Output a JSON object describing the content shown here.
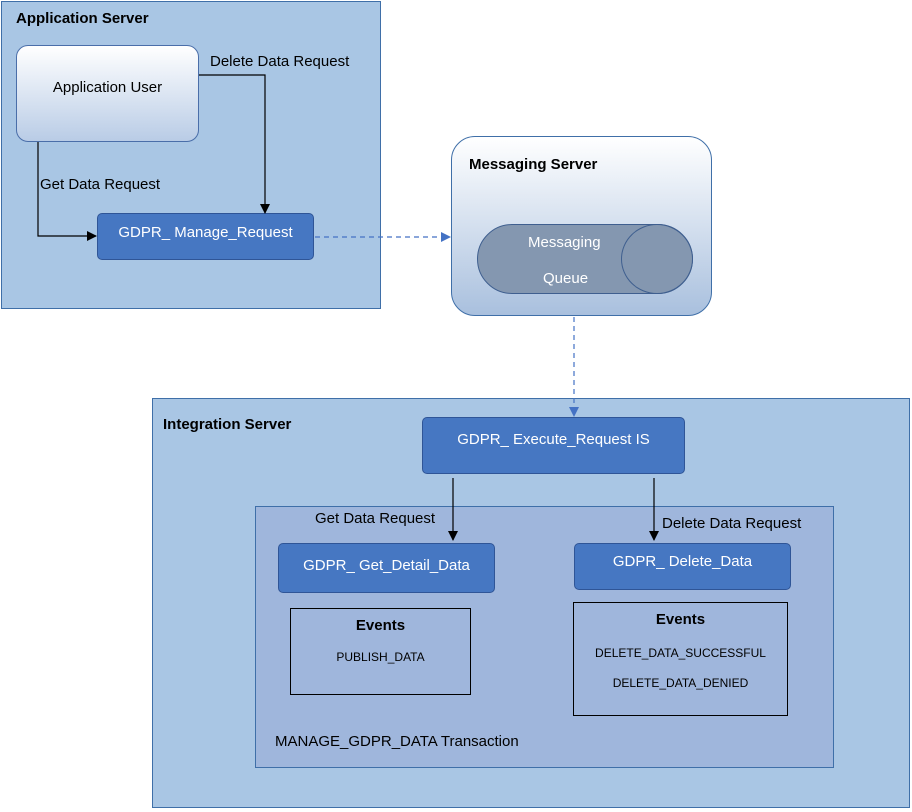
{
  "app_server": {
    "title": "Application Server",
    "user_box": "Application User",
    "delete_label": "Delete Data Request",
    "get_label": "Get Data Request",
    "manage_box": "GDPR_ Manage_Request"
  },
  "messaging_server": {
    "title": "Messaging Server",
    "queue_line1": "Messaging",
    "queue_line2": "Queue"
  },
  "integration_server": {
    "title": "Integration Server",
    "execute_box": "GDPR_ Execute_Request IS",
    "get_label": "Get Data Request",
    "delete_label": "Delete Data Request",
    "get_detail_box": "GDPR_ Get_Detail_Data",
    "delete_box": "GDPR_ Delete_Data",
    "events_left_title": "Events",
    "events_left_items": [
      "PUBLISH_DATA"
    ],
    "events_right_title": "Events",
    "events_right_items": [
      "DELETE_DATA_SUCCESSFUL",
      "DELETE_DATA_DENIED"
    ],
    "transaction_label": "MANAGE_GDPR_DATA Transaction"
  },
  "colors": {
    "panel_fill": "#a9c6e4",
    "inner_panel_fill": "#9fb6dc",
    "box_fill": "#4677c2",
    "queue_fill": "#8497b0",
    "dashed_arrow": "#4472c4"
  }
}
